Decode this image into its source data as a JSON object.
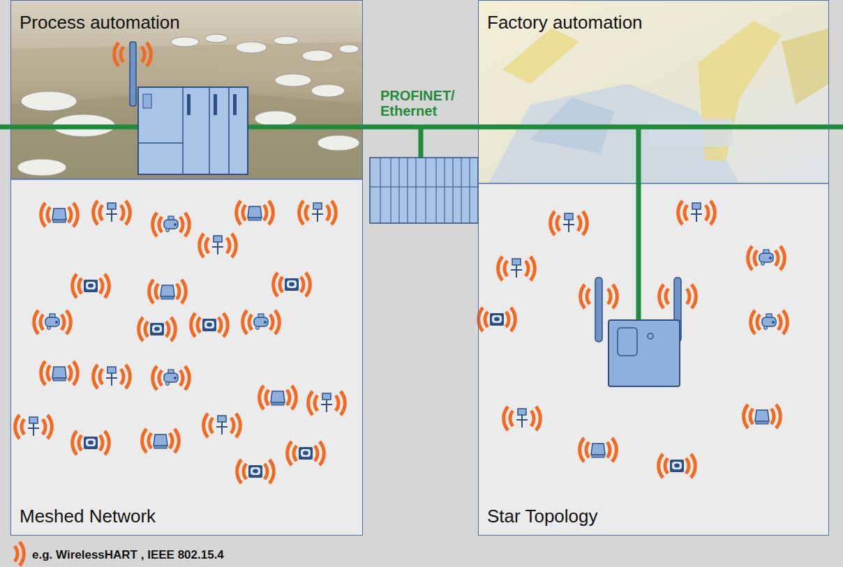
{
  "diagram": {
    "nodes": [
      {
        "text": [
          "Process automation",
          "Meshed Network"
        ]
      },
      {
        "text": [
          "Factory automation",
          "Star Topology"
        ]
      }
    ],
    "labels": [
      "PROFINET/ Ethernet"
    ],
    "legend": [
      {
        "text": "e.g. WirelessHART , IEEE 802.15.4"
      }
    ]
  }
}
